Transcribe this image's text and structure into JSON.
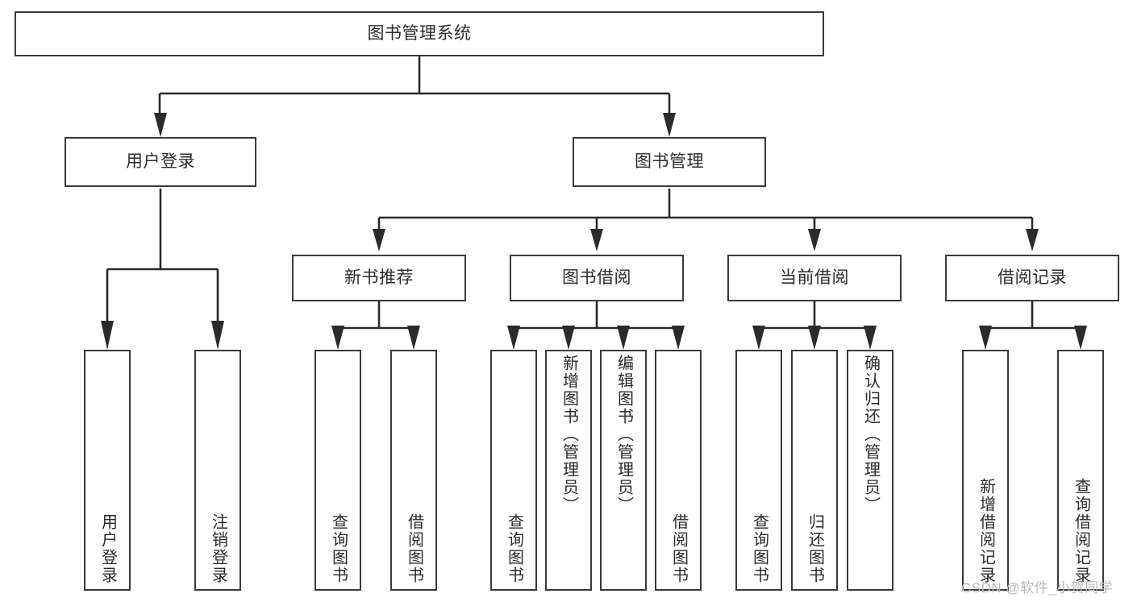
{
  "diagram": {
    "title": "图书管理系统",
    "type": "tree-hierarchy-diagram",
    "colors": {
      "box_border": "#3a3a3a",
      "box_fill": "#ffffff",
      "connector": "#2b2b2b",
      "text": "#2b2b2b",
      "watermark": "#b9b9b9",
      "background": "#ffffff"
    },
    "root": {
      "label": "图书管理系统"
    },
    "level2": [
      {
        "id": "user-login",
        "label": "用户登录"
      },
      {
        "id": "book-management",
        "label": "图书管理"
      }
    ],
    "level3": [
      {
        "id": "new-book-recommend",
        "label": "新书推荐"
      },
      {
        "id": "book-borrow",
        "label": "图书借阅"
      },
      {
        "id": "current-borrow",
        "label": "当前借阅"
      },
      {
        "id": "borrow-record",
        "label": "借阅记录"
      }
    ],
    "leaves": {
      "user_login": [
        {
          "id": "leaf-user-login",
          "label": "用户登录"
        },
        {
          "id": "leaf-logout-login",
          "label": "注销登录"
        }
      ],
      "new_book_recommend": [
        {
          "id": "leaf-query-book-1",
          "label": "查询图书"
        },
        {
          "id": "leaf-borrow-book-1",
          "label": "借阅图书"
        }
      ],
      "book_borrow": [
        {
          "id": "leaf-query-book-2",
          "label": "查询图书"
        },
        {
          "id": "leaf-add-book",
          "label": "新增图书（管理员）"
        },
        {
          "id": "leaf-edit-book",
          "label": "编辑图书（管理员）"
        },
        {
          "id": "leaf-borrow-book-2",
          "label": "借阅图书"
        }
      ],
      "current_borrow": [
        {
          "id": "leaf-query-book-3",
          "label": "查询图书"
        },
        {
          "id": "leaf-return-book",
          "label": "归还图书"
        },
        {
          "id": "leaf-confirm-return",
          "label": "确认归还（管理员）"
        }
      ],
      "borrow_record": [
        {
          "id": "leaf-add-record",
          "label": "新增借阅记录"
        },
        {
          "id": "leaf-query-record",
          "label": "查询借阅记录"
        }
      ]
    },
    "watermark": "CSDN @软件_小贺同学"
  }
}
